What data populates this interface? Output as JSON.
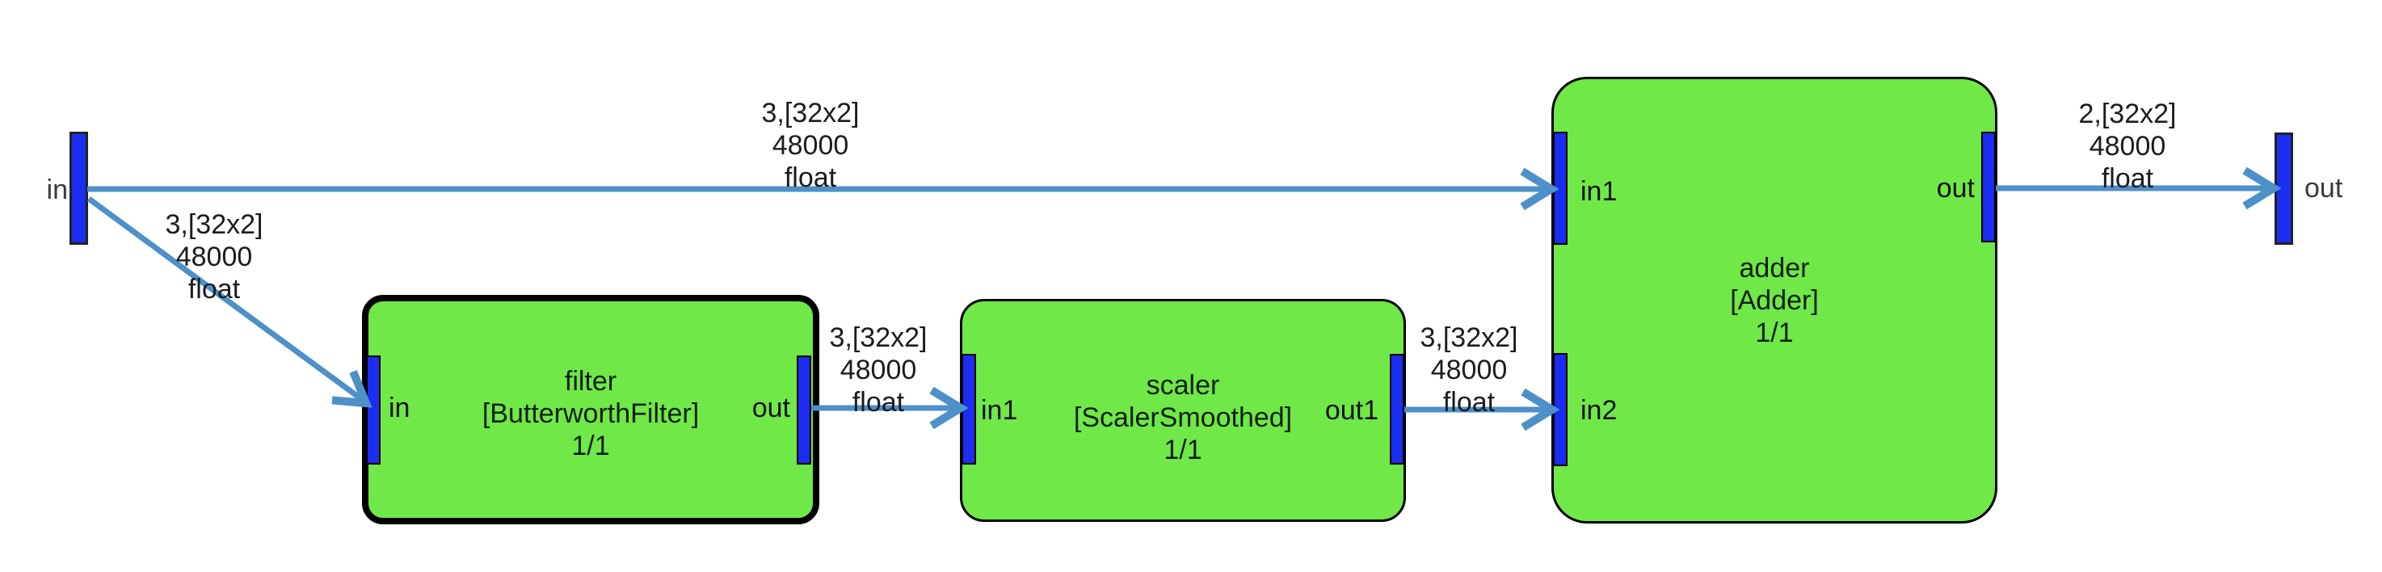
{
  "colors": {
    "background": "#ffffff",
    "block_fill": "#6fe848",
    "block_border": "#000000",
    "port_fill": "#1b2df0",
    "edge_color": "#4e90c8",
    "text_color": "#111111"
  },
  "terminals": {
    "input_label": "in",
    "output_label": "out"
  },
  "blocks": {
    "filter": {
      "name": "filter",
      "type": "[ButterworthFilter]",
      "ratio": "1/1",
      "port_in": "in",
      "port_out": "out",
      "selected": true
    },
    "scaler": {
      "name": "scaler",
      "type": "[ScalerSmoothed]",
      "ratio": "1/1",
      "port_in": "in1",
      "port_out": "out1",
      "selected": false
    },
    "adder": {
      "name": "adder",
      "type": "[Adder]",
      "ratio": "1/1",
      "port_in1": "in1",
      "port_in2": "in2",
      "port_out": "out",
      "selected": false
    }
  },
  "edges": {
    "in_to_adder_in1": {
      "lines": [
        "3,[32x2]",
        "48000",
        "float"
      ]
    },
    "in_to_filter_in": {
      "lines": [
        "3,[32x2]",
        "48000",
        "float"
      ]
    },
    "filter_out_to_scaler_in1": {
      "lines": [
        "3,[32x2]",
        "48000",
        "float"
      ]
    },
    "scaler_out1_to_adder_in2": {
      "lines": [
        "3,[32x2]",
        "48000",
        "float"
      ]
    },
    "adder_out_to_out": {
      "lines": [
        "2,[32x2]",
        "48000",
        "float"
      ]
    }
  }
}
